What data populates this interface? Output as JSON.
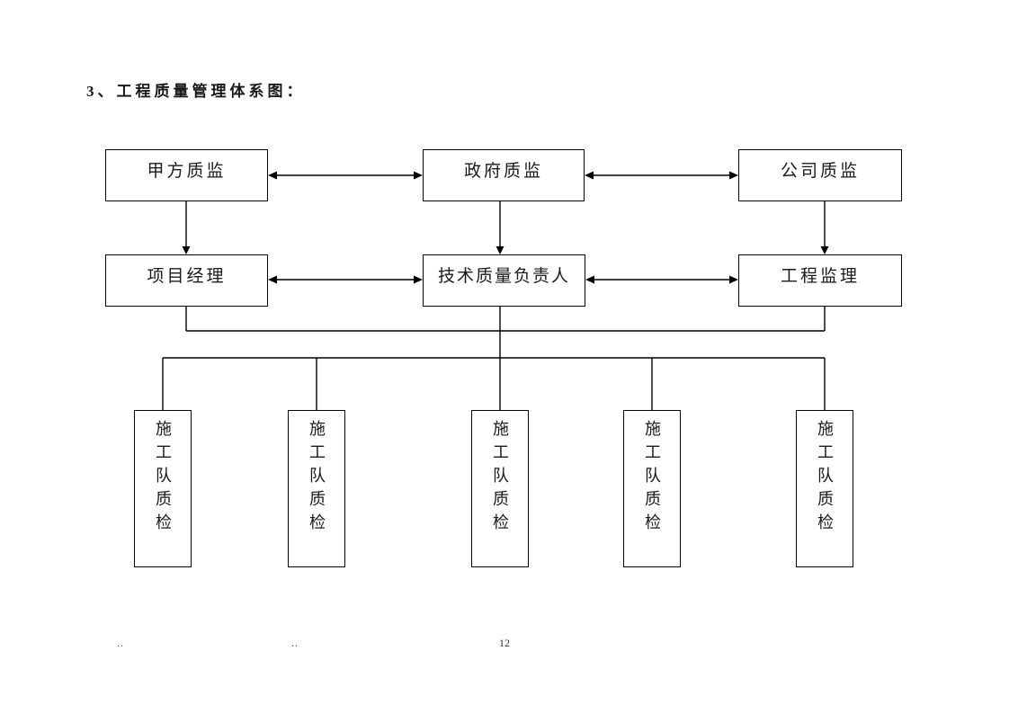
{
  "page": {
    "title": "3、工程质量管理体系图：",
    "footer": {
      "left_dots": "..",
      "mid_dots": "..",
      "page_number": "12"
    }
  },
  "diagram": {
    "top_row": [
      {
        "label": "甲方质监"
      },
      {
        "label": "政府质监"
      },
      {
        "label": "公司质监"
      }
    ],
    "middle_row": [
      {
        "label": "项目经理"
      },
      {
        "label": "技术质量负责人"
      },
      {
        "label": "工程监理"
      }
    ],
    "bottom_row_label": "施工队质检",
    "bottom_row_count": 5,
    "colors": {
      "line": "#000000",
      "text": "#1a1a1a",
      "background": "#ffffff"
    }
  }
}
